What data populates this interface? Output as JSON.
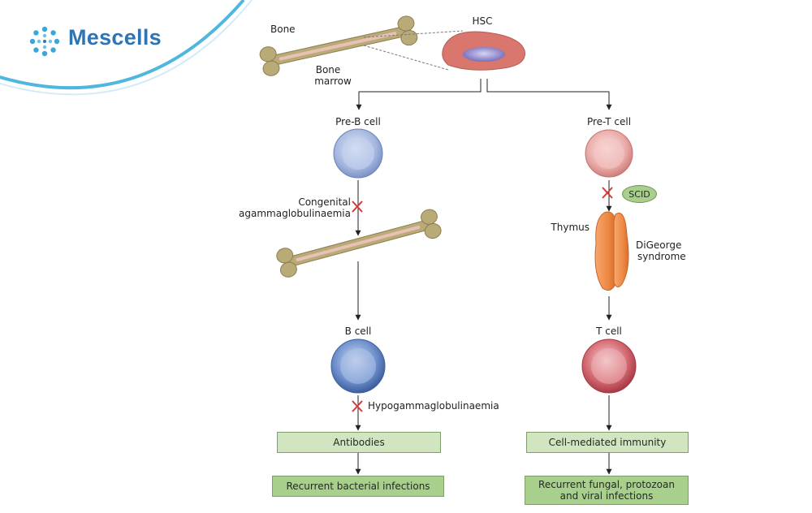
{
  "brand": {
    "name": "Mescells",
    "color": "#2e74b5",
    "arc_color": "#4fb6de"
  },
  "labels": {
    "bone": "Bone",
    "bone_marrow_line1": "Bone",
    "bone_marrow_line2": "marrow",
    "hsc": "HSC",
    "pre_b_cell": "Pre-B cell",
    "pre_t_cell": "Pre-T cell",
    "congenital_line1": "Congenital",
    "congenital_line2": "agammaglobulinaemia",
    "scid": "SCID",
    "thymus": "Thymus",
    "digeorge_line1": "DiGeorge",
    "digeorge_line2": "syndrome",
    "b_cell": "B cell",
    "t_cell": "T cell",
    "hypogamma": "Hypogammaglobulinaemia"
  },
  "boxes": {
    "antibodies": "Antibodies",
    "bacterial": "Recurrent bacterial infections",
    "cell_mediated": "Cell-mediated immunity",
    "fungal_line1": "Recurrent fungal, protozoan",
    "fungal_line2": "and viral infections"
  },
  "colors": {
    "bone": "#b9ab78",
    "marrow": "#e8c0b4",
    "hsc_cell": "#d9776f",
    "hsc_nucleus": "#7b73c2",
    "b_cell": "#5a7fc0",
    "pre_b_cell": "#8da5d6",
    "t_cell": "#cc5560",
    "pre_t_cell": "#e29a98",
    "thymus": "#f08a46",
    "block_x": "#d23a3a",
    "box_light": "#d2e5c1",
    "box_dark": "#a9cf8c"
  }
}
